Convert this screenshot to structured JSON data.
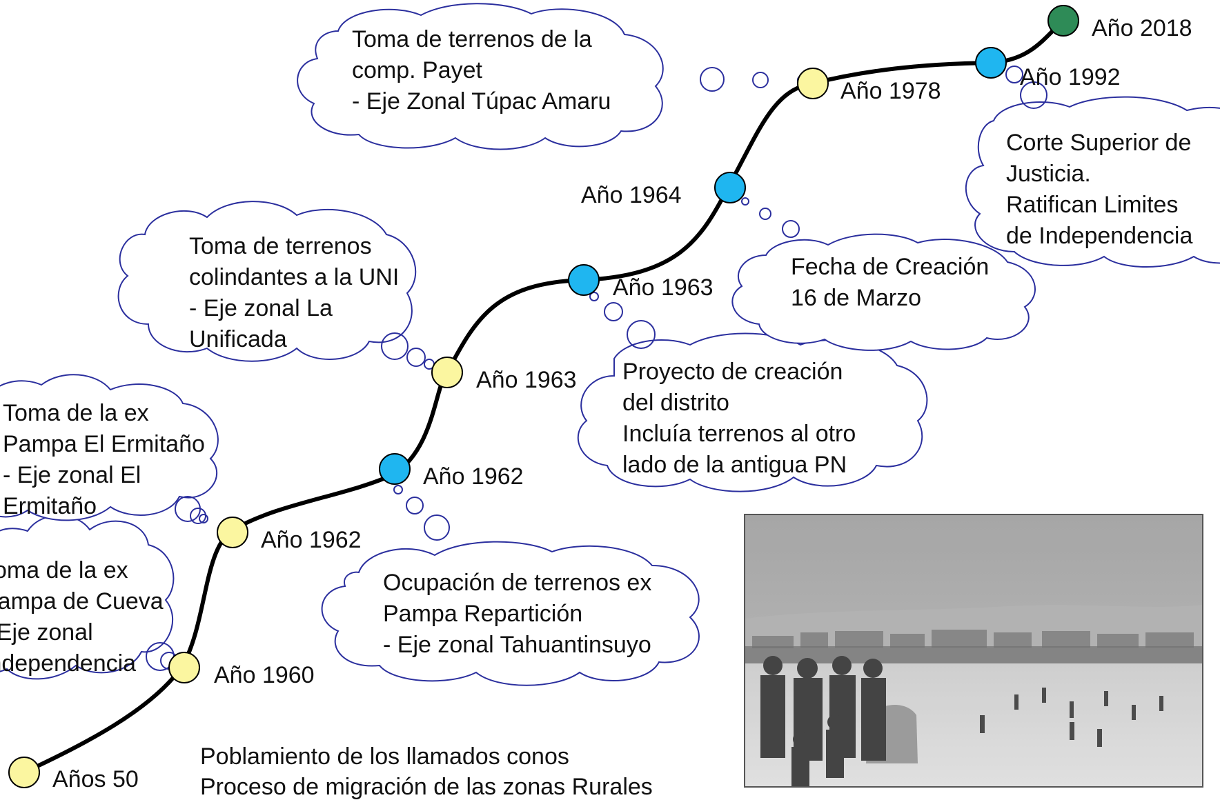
{
  "timeline": {
    "nodes": [
      {
        "id": "n50",
        "label": "Años 50",
        "color": "#fbf6a0"
      },
      {
        "id": "n1960",
        "label": "Año 1960",
        "color": "#fbf6a0"
      },
      {
        "id": "n1962a",
        "label": "Año 1962",
        "color": "#fbf6a0"
      },
      {
        "id": "n1962b",
        "label": "Año 1962",
        "color": "#1fb6f0"
      },
      {
        "id": "n1963a",
        "label": "Año 1963",
        "color": "#fbf6a0"
      },
      {
        "id": "n1963b",
        "label": "Año 1963",
        "color": "#1fb6f0"
      },
      {
        "id": "n1964",
        "label": "Año 1964",
        "color": "#1fb6f0"
      },
      {
        "id": "n1978",
        "label": "Año 1978",
        "color": "#fbf6a0"
      },
      {
        "id": "n1992",
        "label": "Año 1992",
        "color": "#1fb6f0"
      },
      {
        "id": "n2018",
        "label": "Año 2018",
        "color": "#2e8b57"
      }
    ],
    "clouds": [
      {
        "id": "c-cueva",
        "lines": [
          "Toma de la ex",
          "Pampa de Cueva",
          "- Eje zonal",
          "Independencia"
        ]
      },
      {
        "id": "c-ermitano",
        "lines": [
          "Toma de la ex",
          "Pampa El Ermitaño",
          "- Eje zonal El",
          "Ermitaño"
        ]
      },
      {
        "id": "c-uni",
        "lines": [
          "Toma de terrenos",
          "colindantes a la UNI",
          "- Eje zonal La",
          "Unificada"
        ]
      },
      {
        "id": "c-payet",
        "lines": [
          "Toma de terrenos de la",
          "comp. Payet",
          "- Eje Zonal Túpac Amaru"
        ]
      },
      {
        "id": "c-reparticion",
        "lines": [
          "Ocupación de terrenos ex",
          "Pampa Repartición",
          "- Eje zonal Tahuantinsuyo"
        ]
      },
      {
        "id": "c-proyecto",
        "lines": [
          "Proyecto de creación",
          "del distrito",
          "Incluía terrenos al otro",
          "lado de la antigua PN"
        ]
      },
      {
        "id": "c-creacion",
        "lines": [
          "Fecha de Creación",
          "16 de Marzo"
        ]
      },
      {
        "id": "c-corte",
        "lines": [
          "Corte Superior de",
          "Justicia.",
          "Ratifican Limites",
          "de Independencia"
        ]
      }
    ],
    "caption": [
      "Poblamiento de los llamados conos",
      "Proceso de migración de las zonas Rurales"
    ]
  },
  "colors": {
    "line": "#000000",
    "cloud_stroke": "#2b2f9e",
    "yellow": "#fbf6a0",
    "blue": "#1fb6f0",
    "green": "#2e8b57"
  },
  "photo": {
    "description_icon": "historic-photo"
  }
}
